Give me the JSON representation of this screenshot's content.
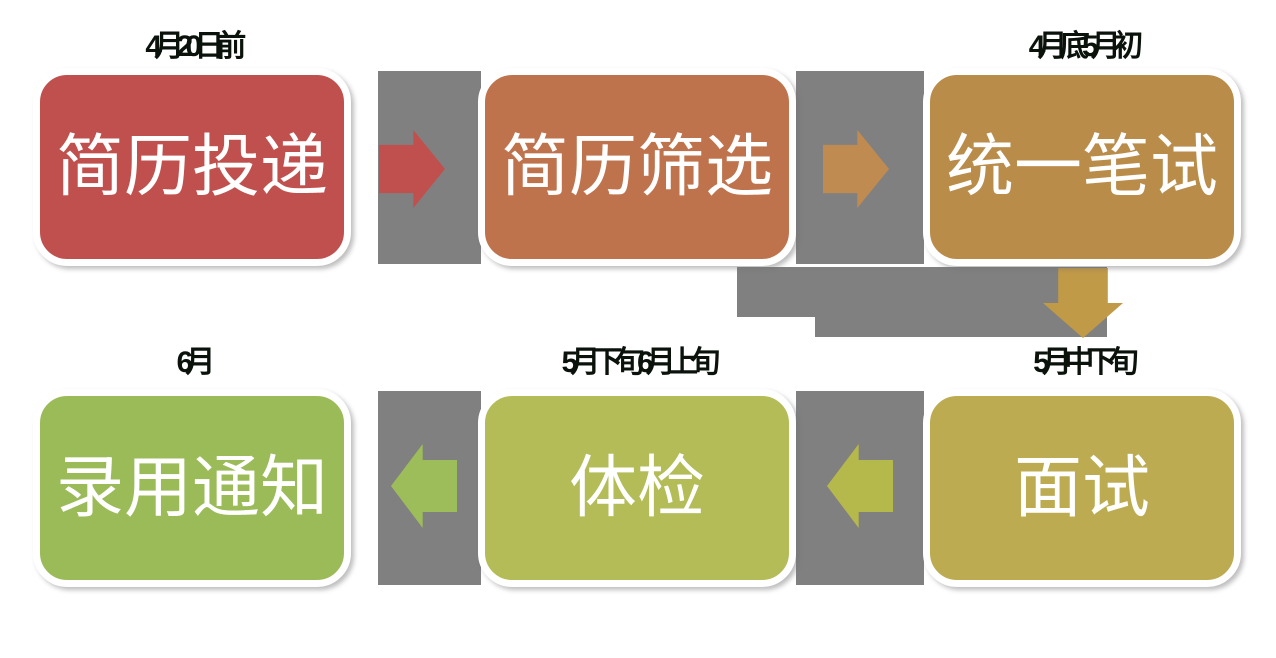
{
  "diagram": {
    "title": "recruitment-process-flow",
    "background_color": "#ffffff",
    "connector_color": "#808080",
    "date_label_color": "#0a120b",
    "step_text_color": "#ffffff",
    "steps": [
      {
        "id": "resume-submission",
        "label": "简历投递",
        "date": "4月20日前",
        "color": "#c0504d"
      },
      {
        "id": "resume-screening",
        "label": "简历筛选",
        "date": "",
        "color": "#bf734d"
      },
      {
        "id": "written-test",
        "label": "统一笔试",
        "date": "4月底5月初",
        "color": "#b98c4a"
      },
      {
        "id": "interview",
        "label": "面试",
        "date": "5月中下旬",
        "color": "#bcab51"
      },
      {
        "id": "physical-exam",
        "label": "体检",
        "date": "5月下旬6月上旬",
        "color": "#b3bc57"
      },
      {
        "id": "offer-notice",
        "label": "录用通知",
        "date": "6月",
        "color": "#9bbb59"
      }
    ],
    "arrows": [
      {
        "id": "arrow-submission-to-screening",
        "direction": "right",
        "color": "#c0504d"
      },
      {
        "id": "arrow-screening-to-test",
        "direction": "right",
        "color": "#c08b50"
      },
      {
        "id": "arrow-test-to-interview",
        "direction": "down",
        "color": "#c19a48"
      },
      {
        "id": "arrow-interview-to-exam",
        "direction": "left",
        "color": "#b5b84b"
      },
      {
        "id": "arrow-exam-to-offer",
        "direction": "left",
        "color": "#9dbd5b"
      }
    ]
  }
}
